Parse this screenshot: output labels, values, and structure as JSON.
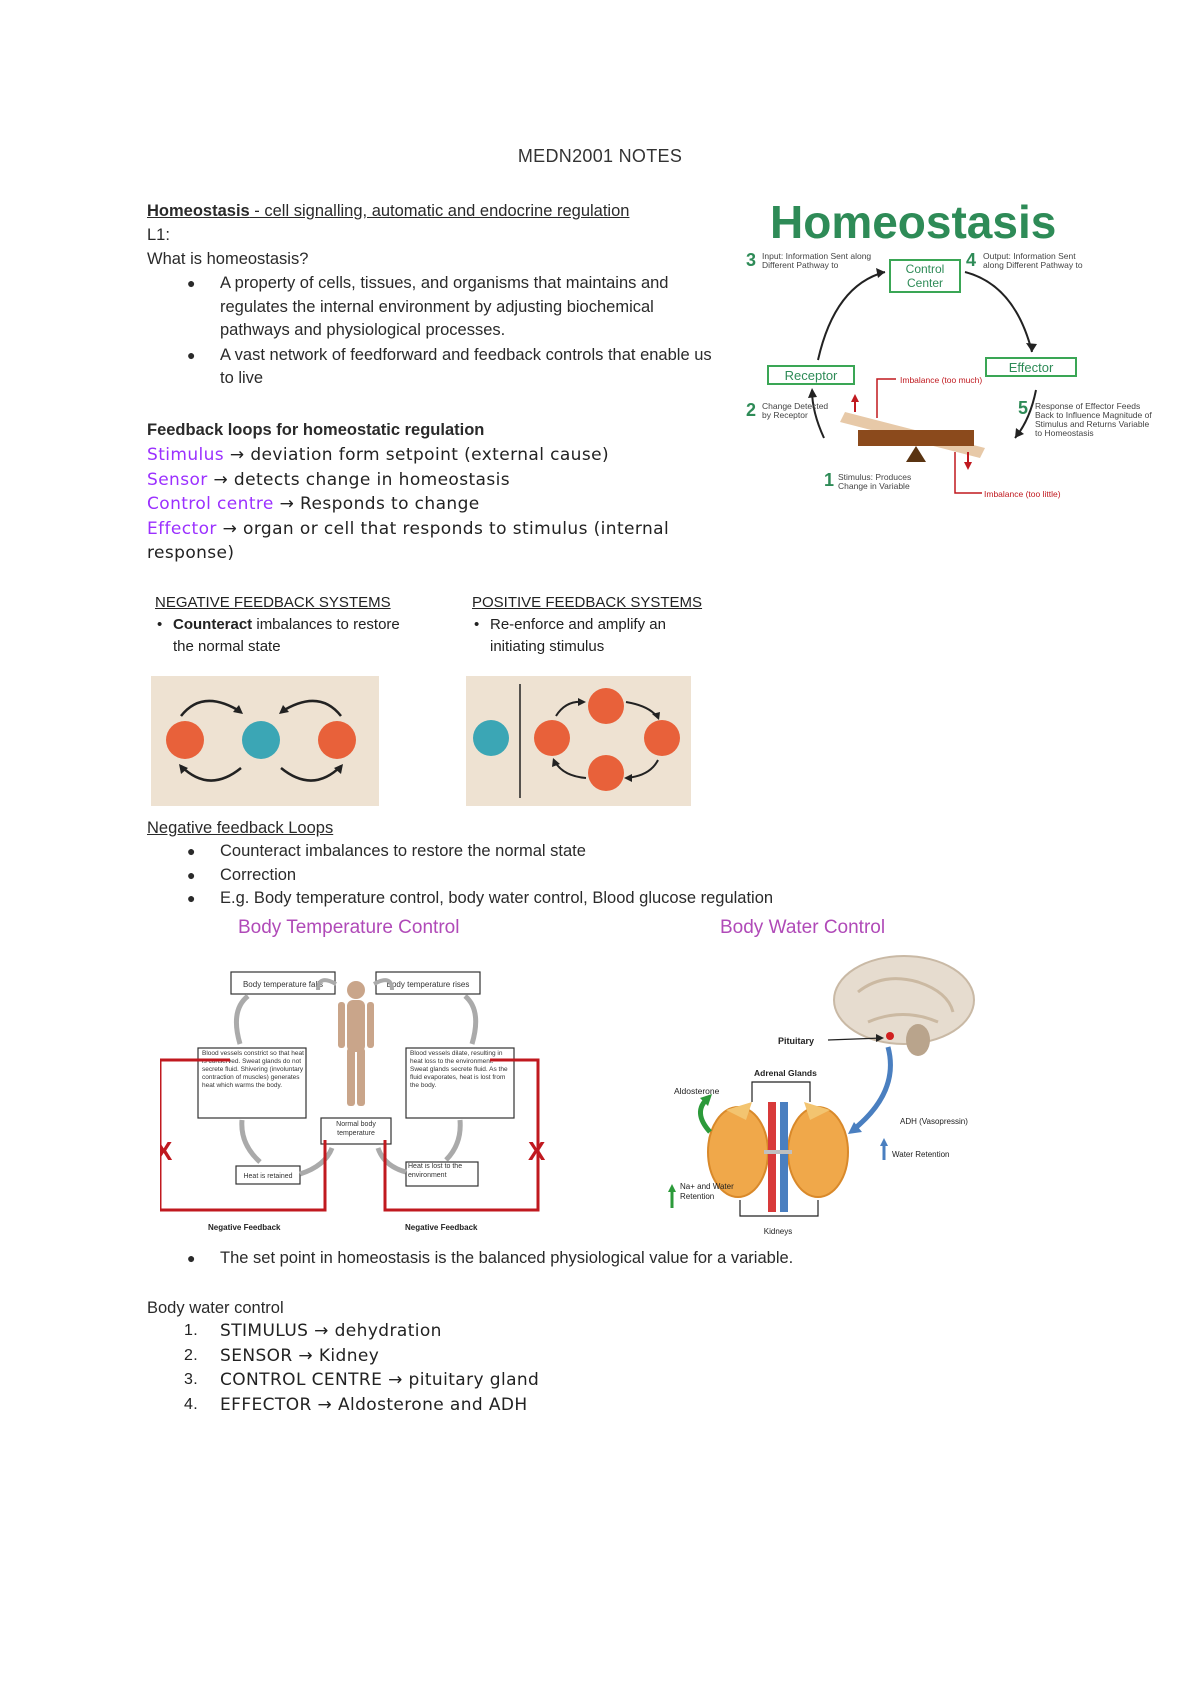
{
  "doc_title": "MEDN2001 NOTES",
  "homeostasis": {
    "heading": "Homeostasis",
    "heading_rest": " - cell signalling, automatic and endocrine regulation ",
    "lecture": "L1:",
    "question": "What is homeostasis?",
    "bullets": [
      "A property of cells, tissues, and organisms that maintains and regulates the internal environment by adjusting biochemical pathways and physiological processes.",
      "A vast network of feedforward and feedback controls that enable us to live"
    ]
  },
  "feedback": {
    "heading": "Feedback loops for homeostatic regulation",
    "items": [
      {
        "term": "Stimulus",
        "desc": " → deviation form setpoint (external cause)"
      },
      {
        "term": "Sensor",
        "desc": " → detects change in homeostasis"
      },
      {
        "term": "Control centre",
        "desc": " → Responds to change"
      },
      {
        "term": "Effector",
        "desc": " → organ or cell that responds to stimulus (internal response)"
      }
    ]
  },
  "homeostasis_figure": {
    "title": "Homeostasis",
    "control_center": "Control Center",
    "receptor": "Receptor",
    "effector": "Effector",
    "step1": "Stimulus: Produces Change in Variable",
    "step2": "Change Detected by Receptor",
    "step3": "Input: Information Sent along Different Pathway to",
    "step4": "Output: Information Sent along Different Pathway to",
    "step5": "Response of Effector Feeds Back to Influence Magnitude of Stimulus and Returns Variable to Homeostasis",
    "imbalance_high": "Imbalance (too much)",
    "imbalance_low": "Imbalance (too little)",
    "n1": "1",
    "n2": "2",
    "n3": "3",
    "n4": "4",
    "n5": "5",
    "color_title": "#2e8b57",
    "color_box": "#3aa655"
  },
  "neg_systems": {
    "heading": "NEGATIVE FEEDBACK SYSTEMS",
    "bullet_bold": "Counteract",
    "bullet_rest": " imbalances to restore the normal state",
    "bullet_sym": "•"
  },
  "pos_systems": {
    "heading": "POSITIVE FEEDBACK SYSTEMS",
    "bullet": "Re-enforce and amplify an initiating stimulus",
    "bullet_sym": "•"
  },
  "negative_loops": {
    "heading": "Negative feedback Loops ",
    "bullets": [
      "Counteract imbalances to restore the normal state",
      "Correction",
      "E.g.  Body temperature control, body water control, Blood glucose regulation"
    ]
  },
  "body_temp_figure": {
    "title": "Body Temperature Control",
    "falls": "Body temperature falls",
    "rises": "Body temperature rises",
    "constrict": "Blood vessels constrict so that heat is conserved. Sweat glands do not secrete fluid. Shivering (involuntary contraction of muscles) generates heat which warms the body.",
    "dilate": "Blood vessels dilate, resulting in heat loss to the environment. Sweat glands secrete fluid. As the fluid evaporates, heat is lost from the body.",
    "normal": "Normal body temperature",
    "retained": "Heat is retained",
    "lost": "Heat is lost to the environment",
    "neg_left": "Negative Feedback",
    "neg_right": "Negative Feedback",
    "x_mark": "X"
  },
  "body_water_figure": {
    "title": "Body Water Control",
    "pituitary": "Pituitary",
    "adrenal": "Adrenal Glands",
    "aldosterone": "Aldosterone",
    "adh": "ADH (Vasopressin)",
    "water_retention": "Water Retention",
    "na_water": "Na+ and Water Retention",
    "kidneys": "Kidneys"
  },
  "set_point": "The set point in homeostasis is the balanced physiological value for a variable.",
  "body_water": {
    "heading": "Body water control",
    "items": [
      {
        "n": "1.",
        "text": "STIMULUS → dehydration"
      },
      {
        "n": "2.",
        "text": "SENSOR → Kidney"
      },
      {
        "n": "3.",
        "text": "CONTROL CENTRE → pituitary gland"
      },
      {
        "n": "4.",
        "text": "EFFECTOR → Aldosterone and ADH"
      }
    ]
  },
  "colors": {
    "purple": "#9b30ff",
    "orange_node": "#e8613a",
    "teal_node": "#3ba6b5",
    "beige_panel": "#eee2d2",
    "feedback_red": "#c0191f"
  }
}
